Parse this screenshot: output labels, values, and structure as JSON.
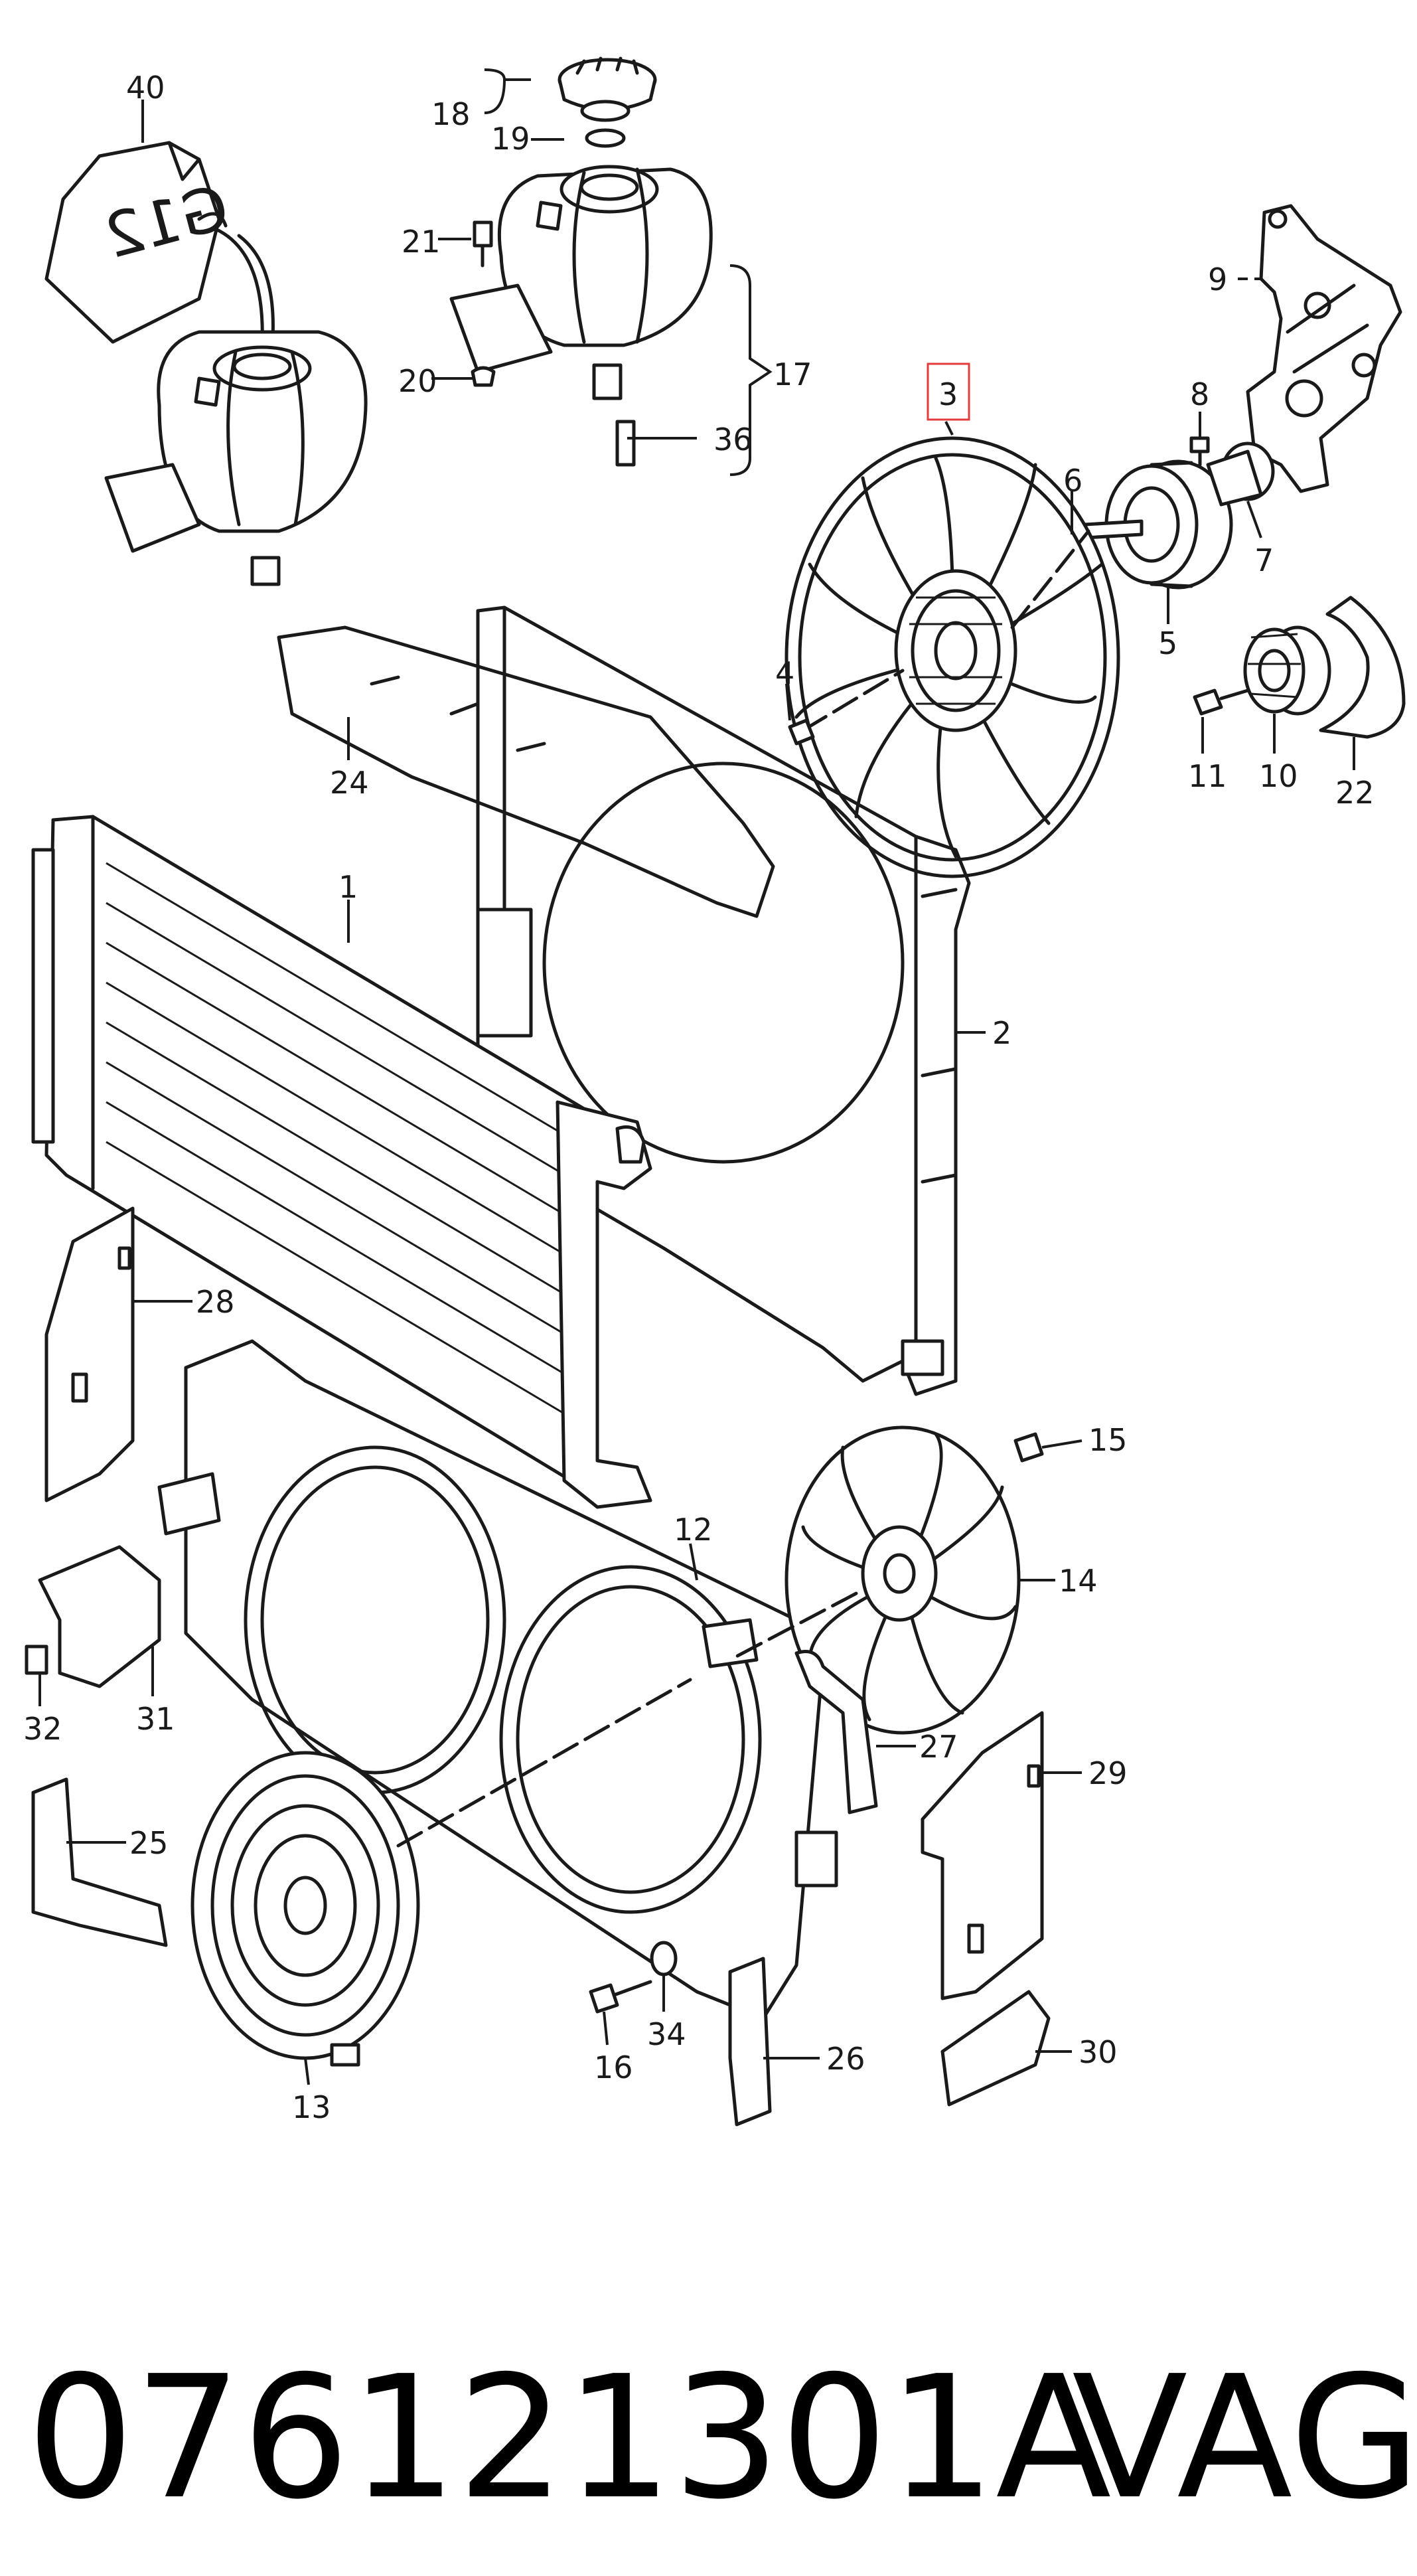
{
  "diagram": {
    "callouts": [
      {
        "id": "c40",
        "label": "40"
      },
      {
        "id": "c18",
        "label": "18"
      },
      {
        "id": "c19",
        "label": "19"
      },
      {
        "id": "c21",
        "label": "21"
      },
      {
        "id": "c20",
        "label": "20"
      },
      {
        "id": "c17",
        "label": "17"
      },
      {
        "id": "c36",
        "label": "36"
      },
      {
        "id": "c9",
        "label": "9"
      },
      {
        "id": "c3",
        "label": "3",
        "highlighted": true
      },
      {
        "id": "c8",
        "label": "8"
      },
      {
        "id": "c6",
        "label": "6"
      },
      {
        "id": "c7",
        "label": "7"
      },
      {
        "id": "c5",
        "label": "5"
      },
      {
        "id": "c4",
        "label": "4"
      },
      {
        "id": "c11",
        "label": "11"
      },
      {
        "id": "c10",
        "label": "10"
      },
      {
        "id": "c22",
        "label": "22"
      },
      {
        "id": "c24",
        "label": "24"
      },
      {
        "id": "c1",
        "label": "1"
      },
      {
        "id": "c2",
        "label": "2"
      },
      {
        "id": "c28",
        "label": "28"
      },
      {
        "id": "c15",
        "label": "15"
      },
      {
        "id": "c12",
        "label": "12"
      },
      {
        "id": "c14",
        "label": "14"
      },
      {
        "id": "c32",
        "label": "32"
      },
      {
        "id": "c31",
        "label": "31"
      },
      {
        "id": "c27",
        "label": "27"
      },
      {
        "id": "c29",
        "label": "29"
      },
      {
        "id": "c25",
        "label": "25"
      },
      {
        "id": "c16",
        "label": "16"
      },
      {
        "id": "c34",
        "label": "34"
      },
      {
        "id": "c26",
        "label": "26"
      },
      {
        "id": "c30",
        "label": "30"
      },
      {
        "id": "c13",
        "label": "13"
      }
    ],
    "coolant_jug_marking": "G12",
    "highlight_color": "#e23b3b"
  },
  "footer": {
    "part_number": "076121301A",
    "brand": "VAG"
  }
}
